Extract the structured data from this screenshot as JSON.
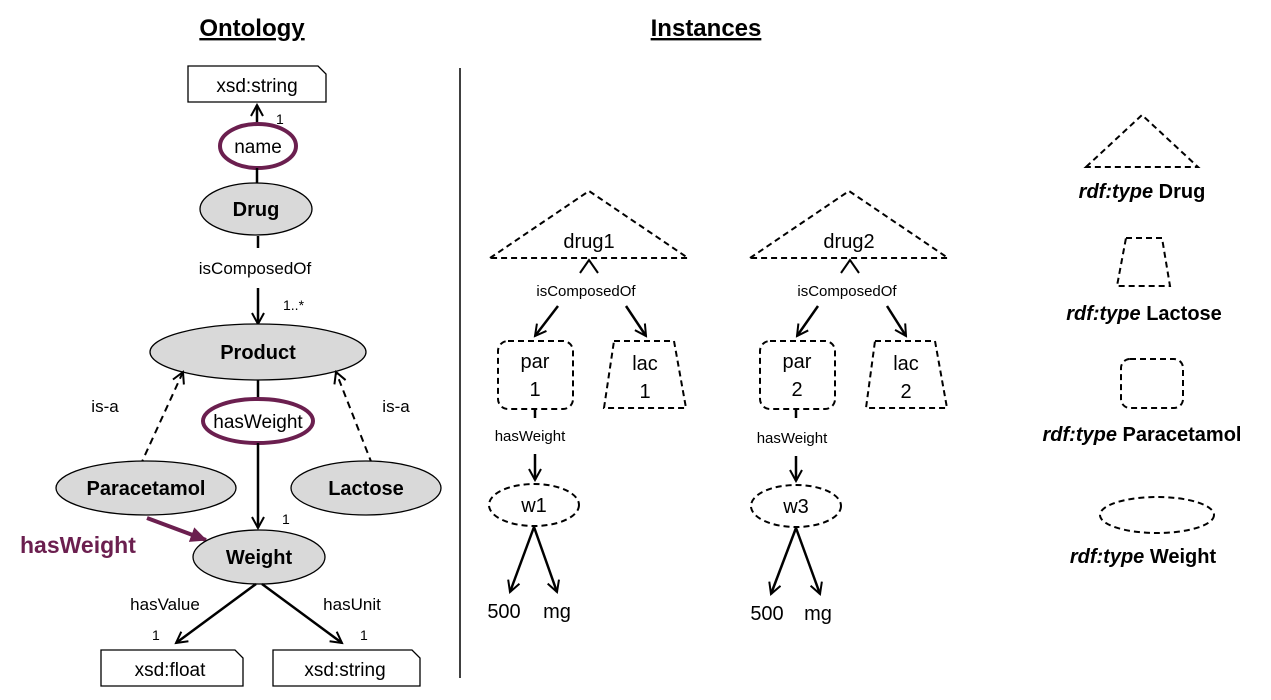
{
  "headings": {
    "ontology": "Ontology",
    "instances": "Instances"
  },
  "ontology": {
    "xsd_string_top": "xsd:string",
    "name": "name",
    "drug": "Drug",
    "is_composed_of": "isComposedOf",
    "product": "Product",
    "has_weight_oval": "hasWeight",
    "is_a_left": "is-a",
    "is_a_right": "is-a",
    "paracetamol": "Paracetamol",
    "lactose": "Lactose",
    "has_weight_highlight": "hasWeight",
    "weight": "Weight",
    "has_value": "hasValue",
    "has_unit": "hasUnit",
    "xsd_float": "xsd:float",
    "xsd_string_bottom": "xsd:string",
    "multiplicities": {
      "name": "1",
      "composed": "1..*",
      "weight": "1",
      "value": "1",
      "unit": "1"
    }
  },
  "instances": {
    "group1": {
      "drug": "drug1",
      "is_composed_of": "isComposedOf",
      "par_line1": "par",
      "par_line2": "1",
      "lac_line1": "lac",
      "lac_line2": "1",
      "has_weight": "hasWeight",
      "weight": "w1",
      "value": "500",
      "unit": "mg"
    },
    "group2": {
      "drug": "drug2",
      "is_composed_of": "isComposedOf",
      "par_line1": "par",
      "par_line2": "2",
      "lac_line1": "lac",
      "lac_line2": "2",
      "has_weight": "hasWeight",
      "weight": "w3",
      "value": "500",
      "unit": "mg"
    }
  },
  "legend": [
    {
      "prefix": "rdf:type",
      "type": "Drug"
    },
    {
      "prefix": "rdf:type",
      "type": "Lactose"
    },
    {
      "prefix": "rdf:type",
      "type": "Paracetamol"
    },
    {
      "prefix": "rdf:type",
      "type": "Weight"
    }
  ],
  "colors": {
    "accent": "#6b1f4f",
    "node_fill": "#d9d9d9"
  }
}
